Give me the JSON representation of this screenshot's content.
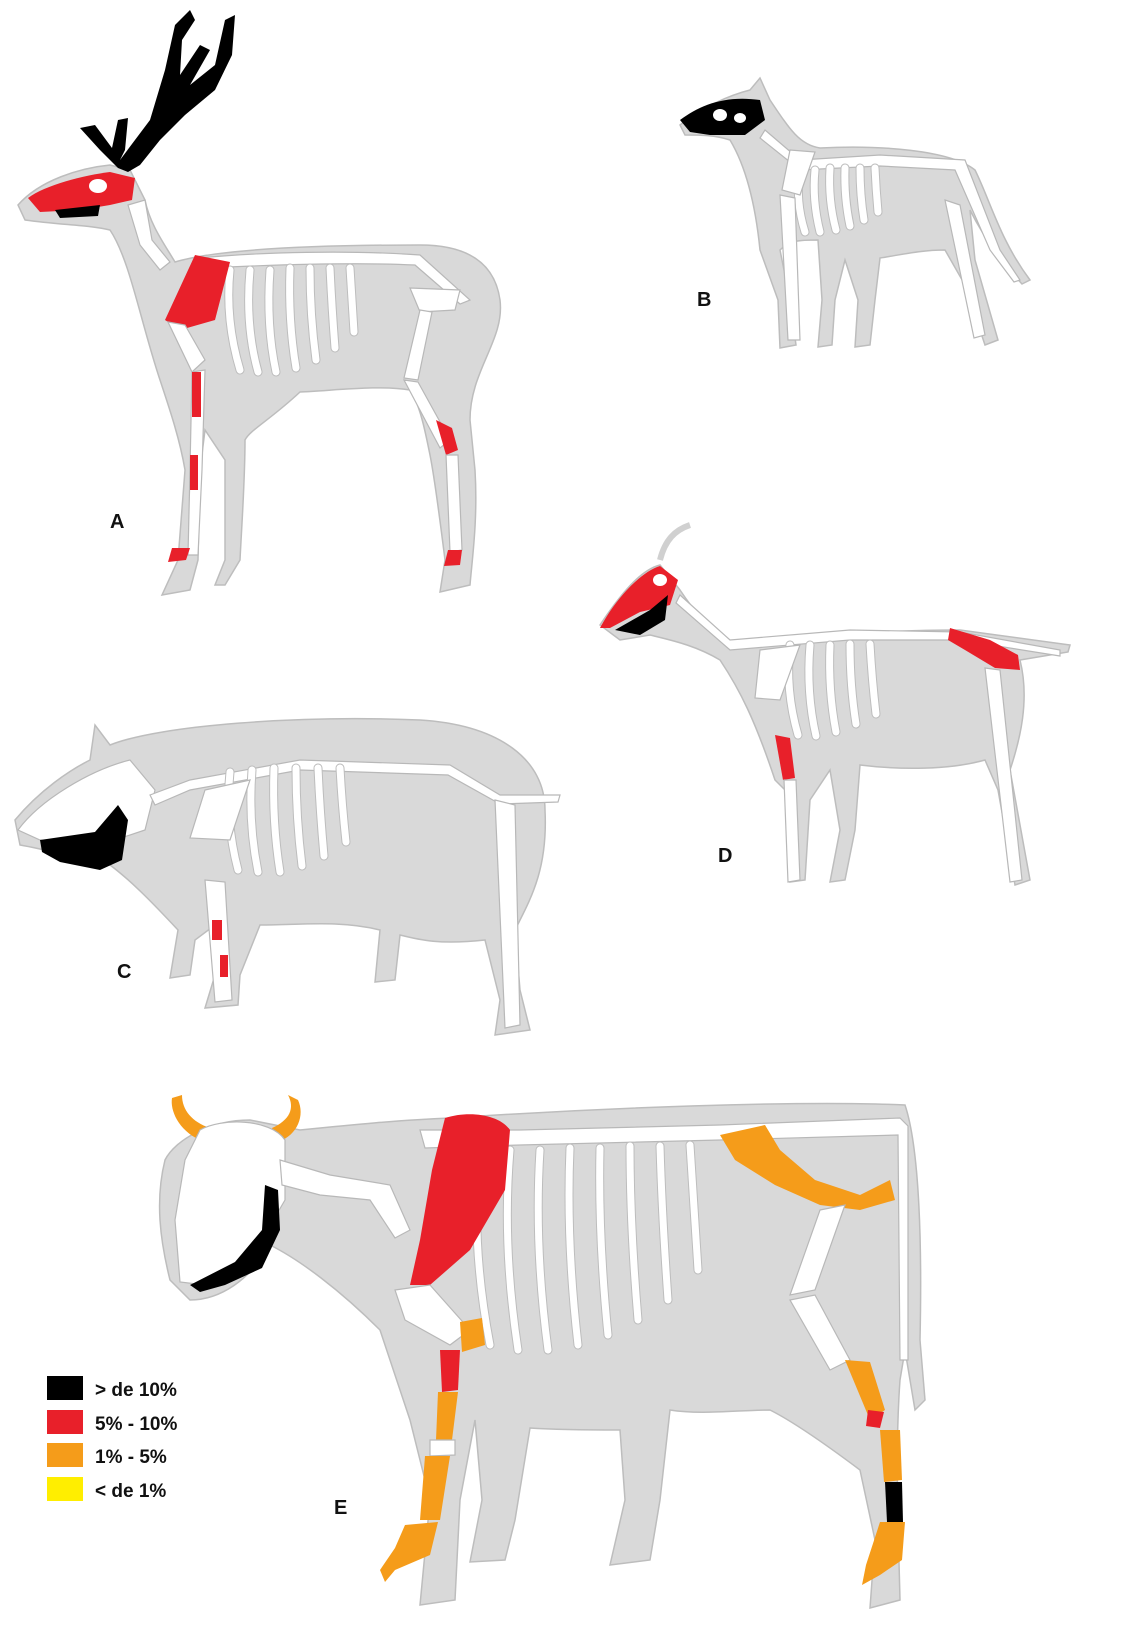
{
  "panels": {
    "a": {
      "label": "A"
    },
    "b": {
      "label": "B"
    },
    "c": {
      "label": "C"
    },
    "d": {
      "label": "D"
    },
    "e": {
      "label": "E"
    }
  },
  "legend": {
    "items": [
      {
        "label": "> de 10%",
        "color": "#000000"
      },
      {
        "label": "5% - 10%",
        "color": "#e8202a"
      },
      {
        "label": "1% - 5%",
        "color": "#f59c1a"
      },
      {
        "label": "< de 1%",
        "color": "#ffee00"
      }
    ]
  },
  "colors": {
    "silhouette": "#d9d9d9",
    "bone": "#ffffff",
    "black": "#000000",
    "red": "#e8202a",
    "orange": "#f59c1a"
  }
}
